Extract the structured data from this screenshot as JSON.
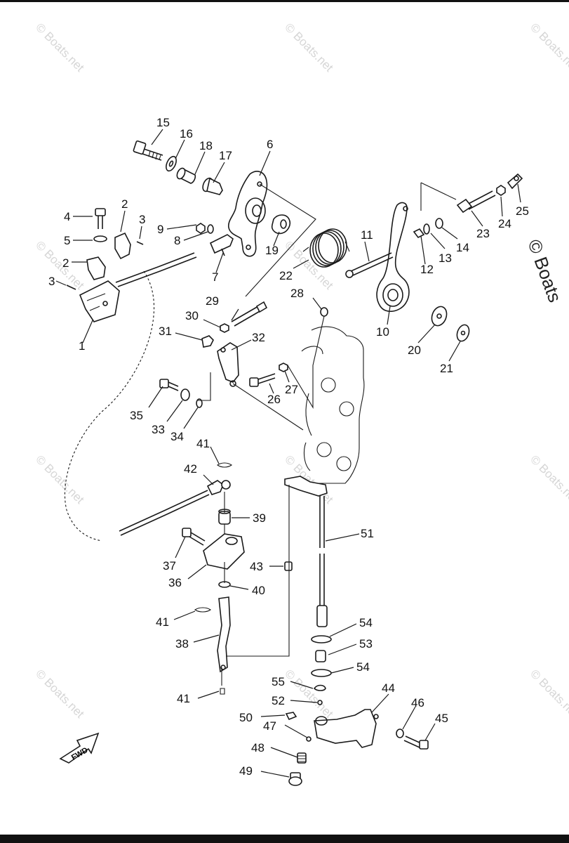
{
  "watermark": "© Boats.net",
  "side_text": "© Boats",
  "fwd_label": "FWD",
  "callouts": {
    "c1": "1",
    "c2a": "2",
    "c2b": "2",
    "c3a": "3",
    "c3b": "3",
    "c4": "4",
    "c5": "5",
    "c6": "6",
    "c7": "7",
    "c8": "8",
    "c9": "9",
    "c10": "10",
    "c11": "11",
    "c12": "12",
    "c13": "13",
    "c14": "14",
    "c15": "15",
    "c16": "16",
    "c17": "17",
    "c18": "18",
    "c19": "19",
    "c20": "20",
    "c21": "21",
    "c22": "22",
    "c23": "23",
    "c24": "24",
    "c25": "25",
    "c26": "26",
    "c27": "27",
    "c28": "28",
    "c29": "29",
    "c30": "30",
    "c31": "31",
    "c32": "32",
    "c33": "33",
    "c34": "34",
    "c35": "35",
    "c36": "36",
    "c37": "37",
    "c38": "38",
    "c39": "39",
    "c40": "40",
    "c41a": "41",
    "c41b": "41",
    "c41c": "41",
    "c42": "42",
    "c43": "43",
    "c44": "44",
    "c45": "45",
    "c46": "46",
    "c47": "47",
    "c48": "48",
    "c49": "49",
    "c50": "50",
    "c51": "51",
    "c52": "52",
    "c53": "53",
    "c54a": "54",
    "c54b": "54",
    "c55": "55"
  }
}
